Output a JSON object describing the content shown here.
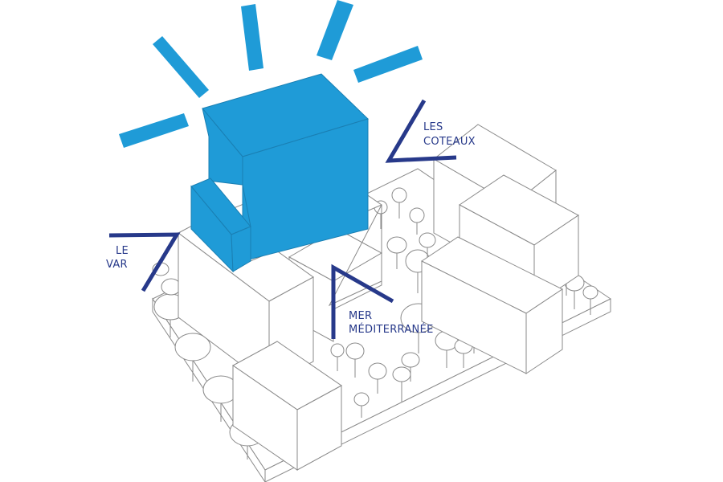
{
  "colors": {
    "highlight": "#1f9bd7",
    "ray": "#1f9bd7",
    "arrow": "#27398a",
    "outline": "#8a8a8a",
    "label": "#27398a"
  },
  "labels": {
    "coteaux": {
      "line1": "LES",
      "line2": "COTEAUX"
    },
    "var": {
      "line1": "LE",
      "line2": "VAR"
    },
    "mer": {
      "line1": "MER",
      "line2": "MÉDITERRANÉE"
    }
  }
}
